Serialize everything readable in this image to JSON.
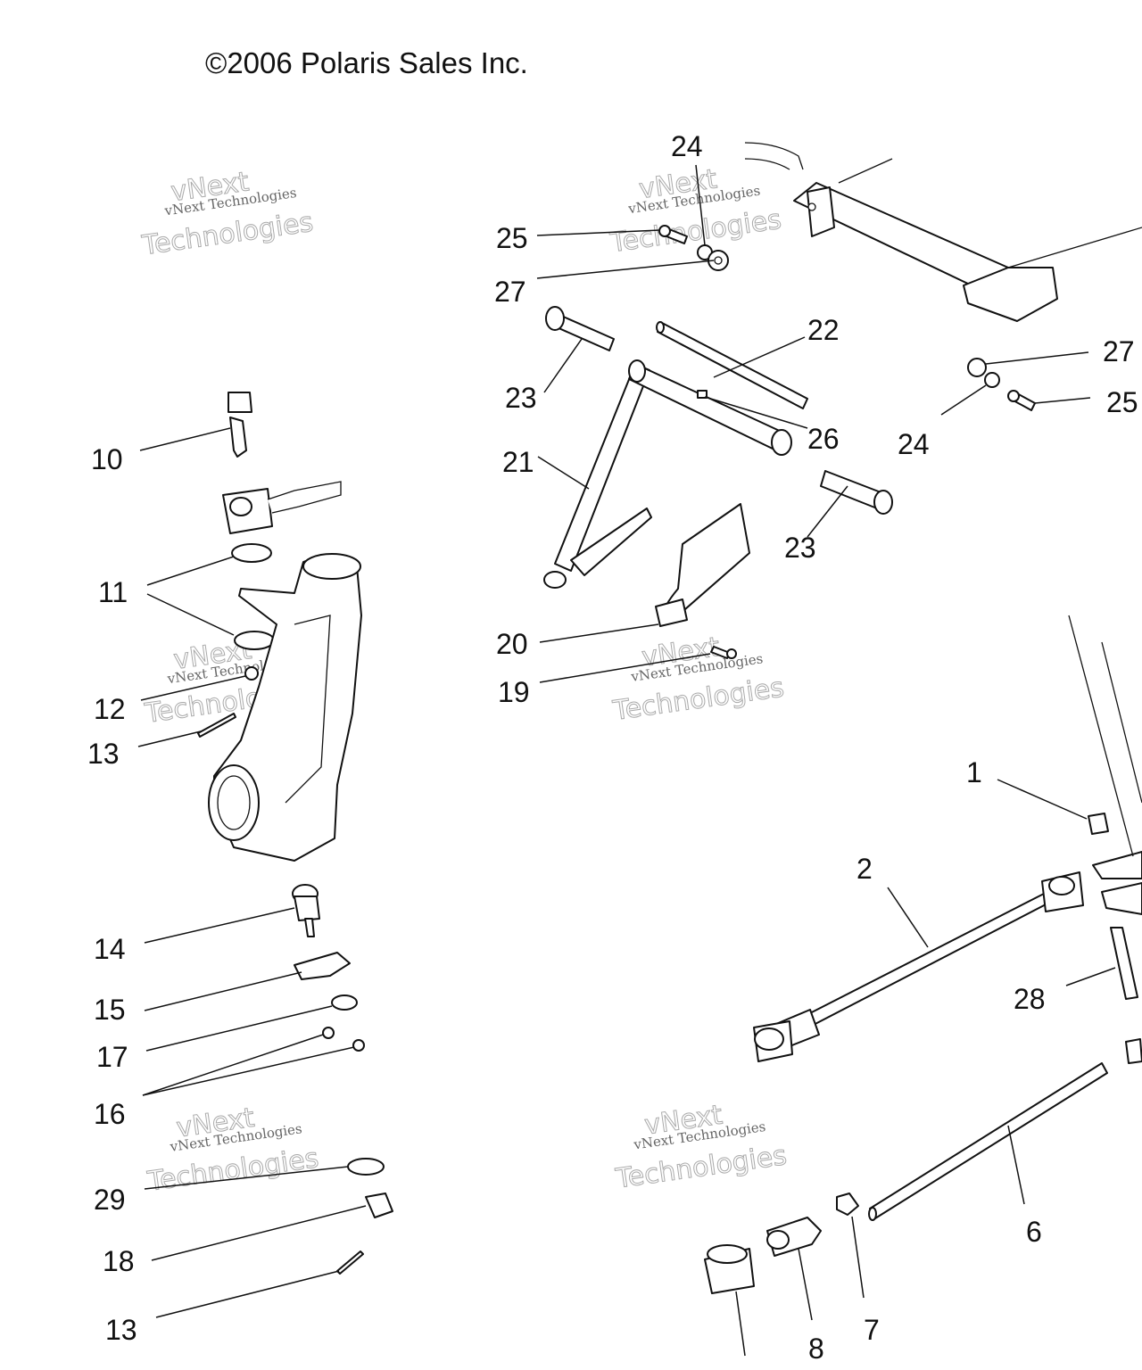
{
  "copyright": "©2006 Polaris Sales Inc.",
  "watermark": {
    "line1": "vNext Technologies",
    "line2": "Technologies",
    "line3": "vNext"
  },
  "callouts": {
    "c1": "1",
    "c2": "2",
    "c6": "6",
    "c7": "7",
    "c8": "8",
    "c10": "10",
    "c11": "11",
    "c12": "12",
    "c13a": "13",
    "c13b": "13",
    "c14": "14",
    "c15": "15",
    "c16": "16",
    "c17": "17",
    "c18": "18",
    "c19": "19",
    "c20": "20",
    "c21": "21",
    "c22": "22",
    "c23a": "23",
    "c23b": "23",
    "c24a": "24",
    "c24b": "24",
    "c25a": "25",
    "c25b": "25",
    "c26": "26",
    "c27a": "27",
    "c27b": "27",
    "c28": "28",
    "c29": "29"
  }
}
